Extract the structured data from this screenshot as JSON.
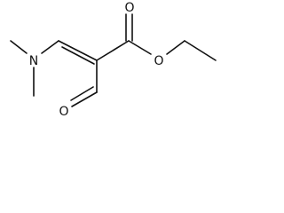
{
  "molecule": {
    "atom_labels": {
      "nitrogen": "N",
      "ester_carbonyl_oxygen": "O",
      "ester_ether_oxygen": "O",
      "aldehyde_oxygen": "O"
    },
    "colors": {
      "bond": "#111111",
      "background": "#ffffff"
    }
  }
}
